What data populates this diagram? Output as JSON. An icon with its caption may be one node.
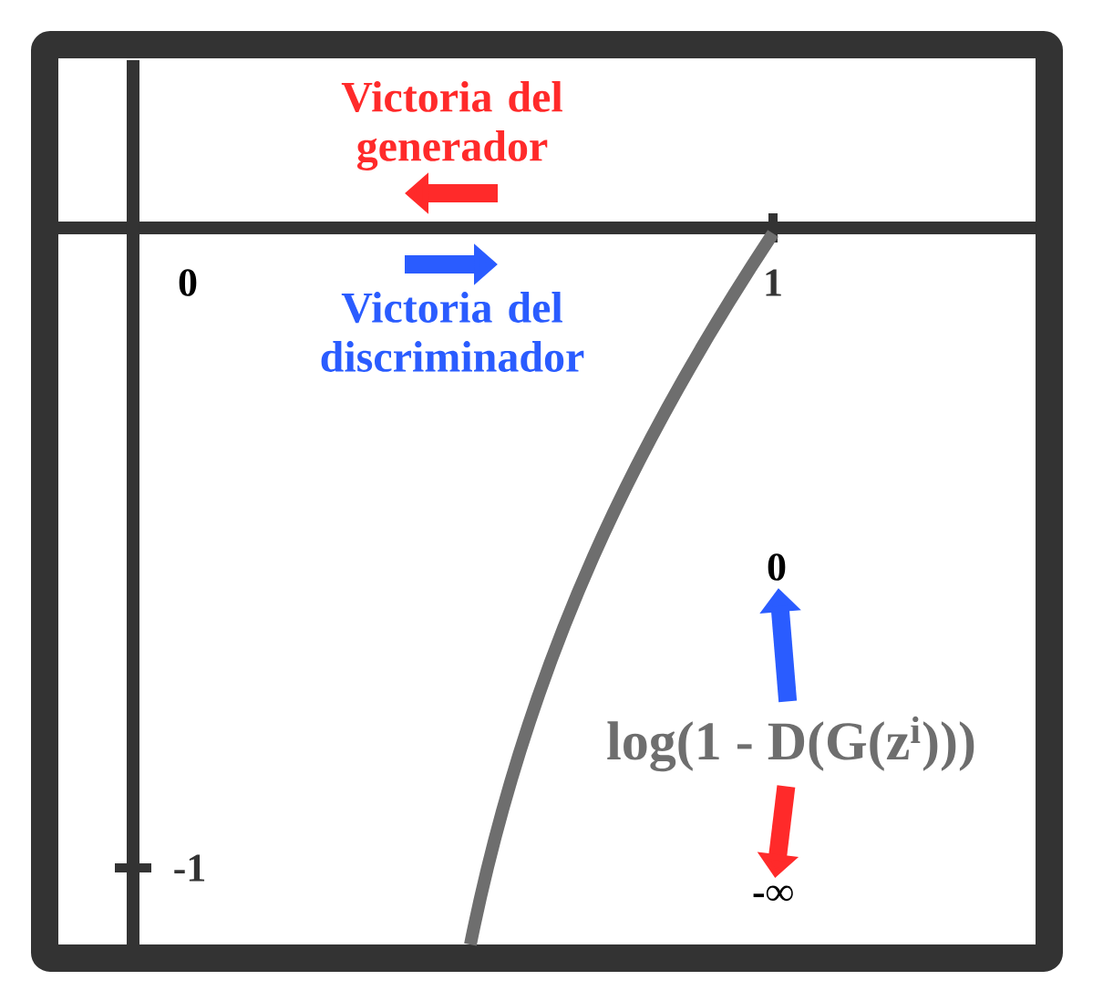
{
  "diagram": {
    "nodes": [
      {
        "text": [
          "log(1 - D(G(z$^{i}$)))"
        ]
      },
      {
        "text": [
          "0"
        ]
      },
      {
        "text": [
          "-∞"
        ]
      }
    ],
    "edges": [
      {
        "from": 0,
        "to": 1,
        "arrow": "to",
        "color": "#2a5cff"
      },
      {
        "from": 0,
        "to": 2,
        "arrow": "to",
        "color": "#ff2a2a"
      }
    ],
    "labels": [
      "Victoria del generador",
      "Victoria del discriminador",
      "0",
      "1",
      "-1"
    ]
  }
}
